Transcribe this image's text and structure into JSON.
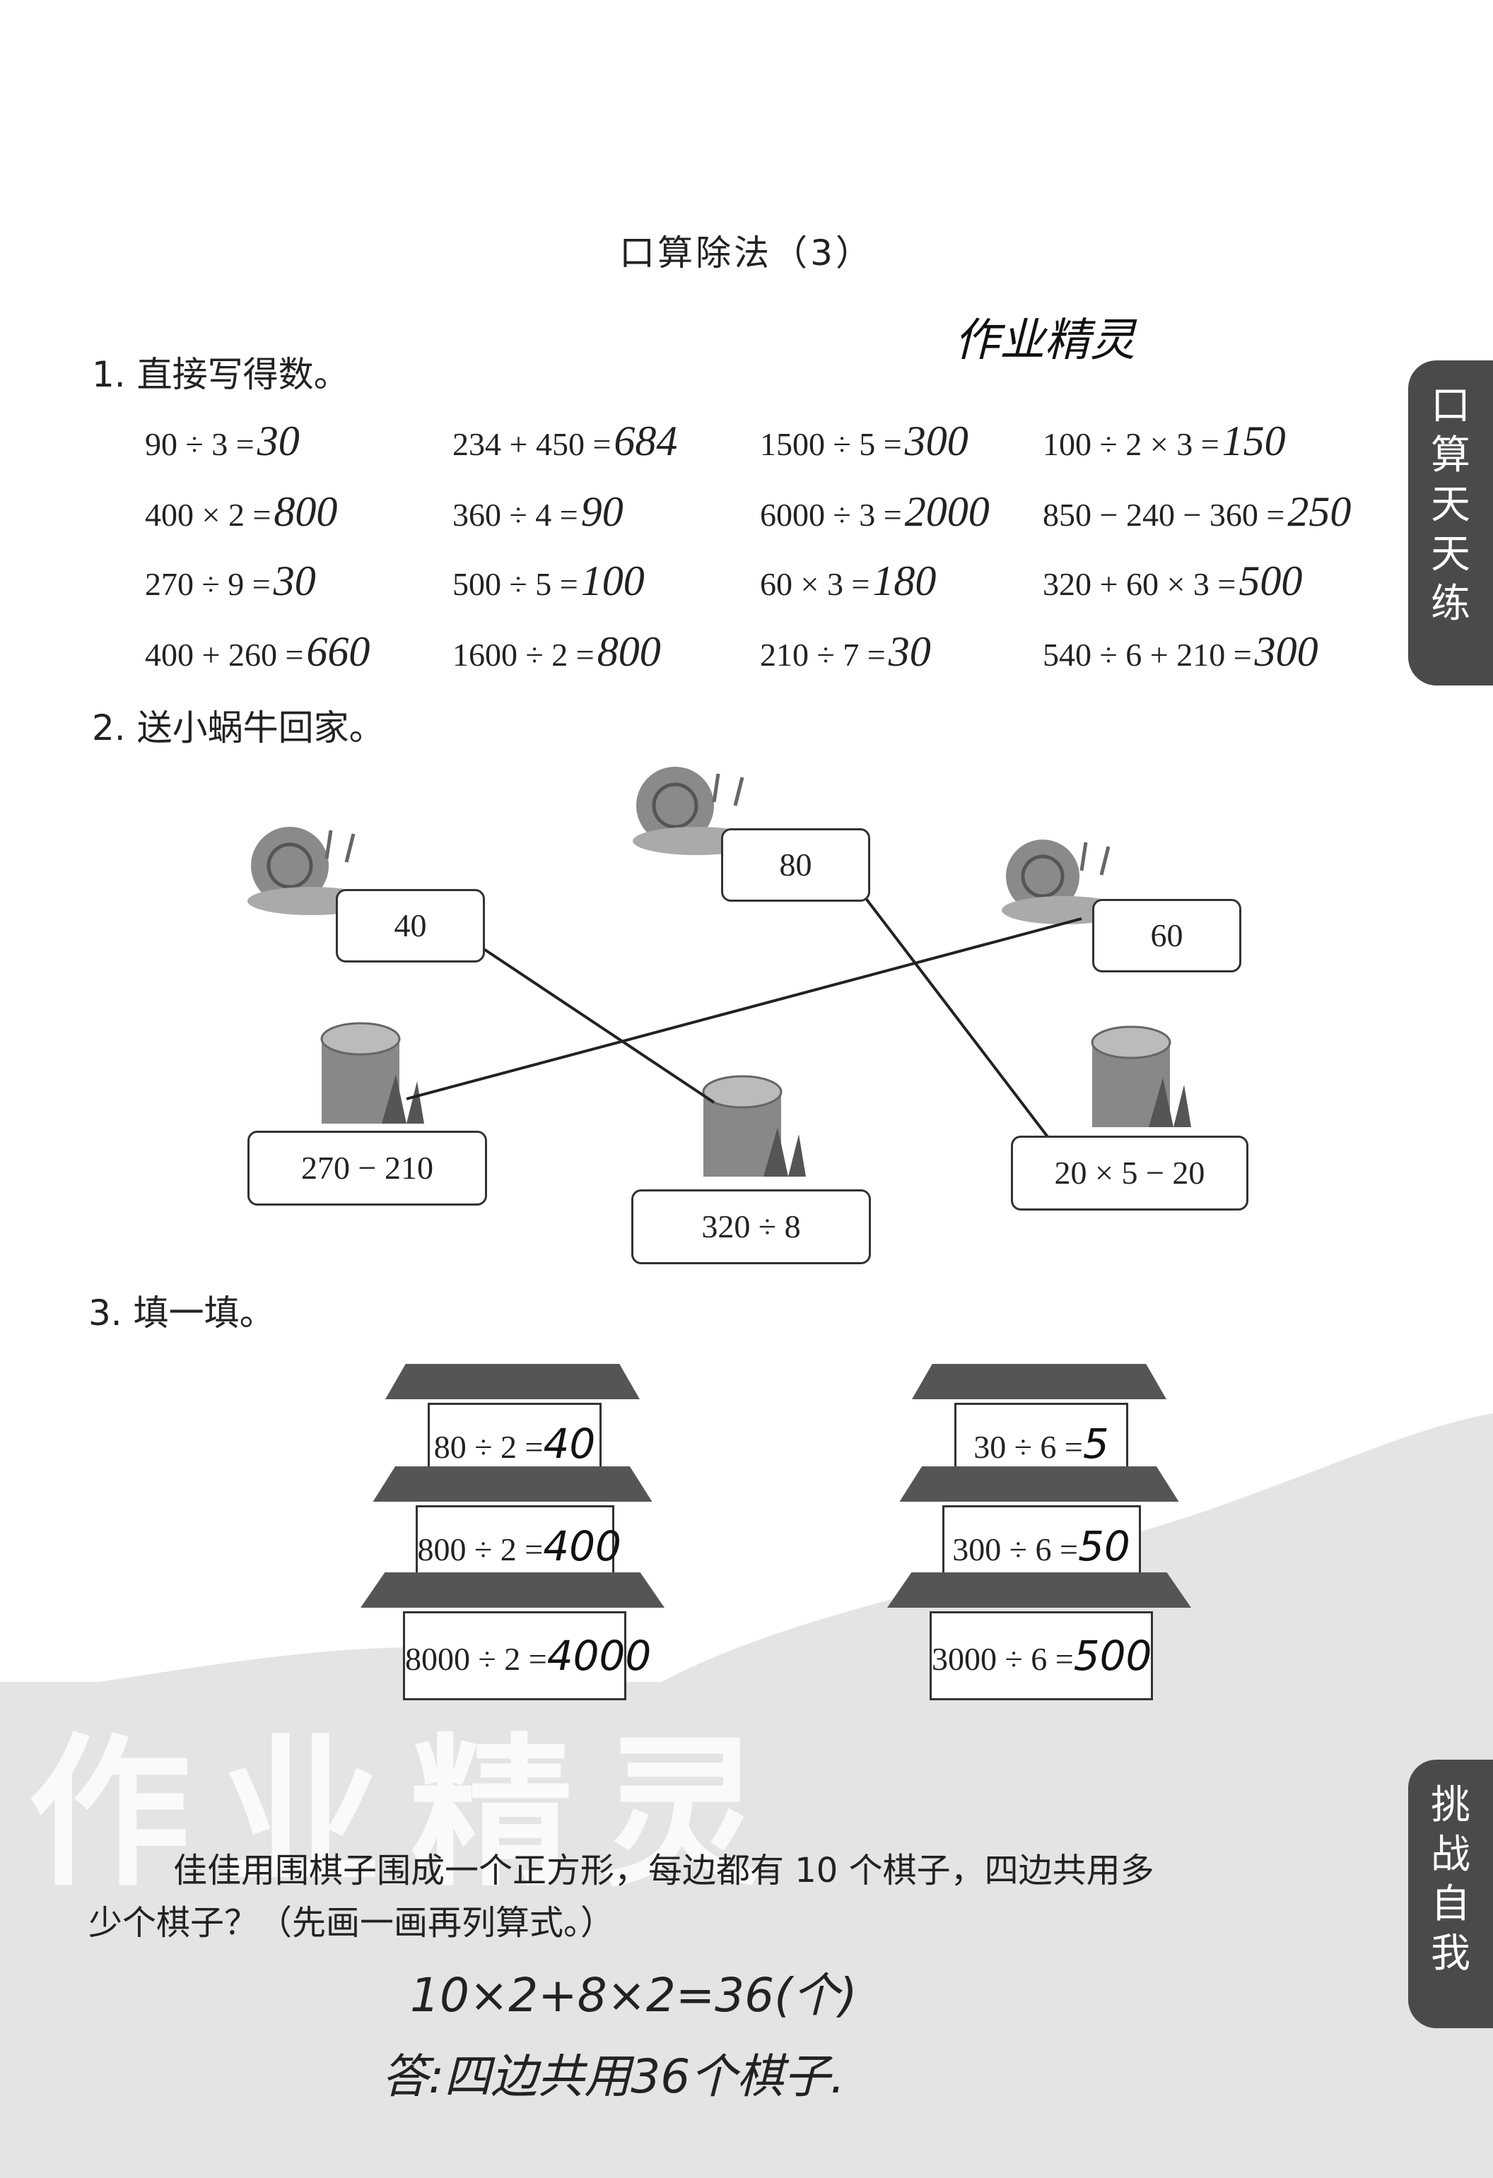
{
  "title": "口算除法（3）",
  "side_tabs": {
    "top": "口算天天练",
    "bottom": "挑战自我"
  },
  "brand_handwritten": "作业精灵",
  "watermark": "作业精灵",
  "section1": {
    "heading": "1. 直接写得数。",
    "rows": [
      [
        {
          "q": "90 ÷ 3 =",
          "a": "30"
        },
        {
          "q": "234 + 450 =",
          "a": "684"
        },
        {
          "q": "1500 ÷ 5 =",
          "a": "300"
        },
        {
          "q": "100 ÷ 2 × 3 =",
          "a": "150"
        }
      ],
      [
        {
          "q": "400 × 2 =",
          "a": "800"
        },
        {
          "q": "360 ÷ 4 =",
          "a": "90"
        },
        {
          "q": "6000 ÷ 3 =",
          "a": "2000"
        },
        {
          "q": "850 − 240 − 360 =",
          "a": "250"
        }
      ],
      [
        {
          "q": "270 ÷ 9 =",
          "a": "30"
        },
        {
          "q": "500 ÷ 5 =",
          "a": "100"
        },
        {
          "q": "60 × 3 =",
          "a": "180"
        },
        {
          "q": "320 + 60 × 3 =",
          "a": "500"
        }
      ],
      [
        {
          "q": "400 + 260 =",
          "a": "660"
        },
        {
          "q": "1600 ÷ 2 =",
          "a": "800"
        },
        {
          "q": "210 ÷ 7 =",
          "a": "30"
        },
        {
          "q": "540 ÷ 6 + 210 =",
          "a": "300"
        }
      ]
    ]
  },
  "section2": {
    "heading": "2. 送小蜗牛回家。",
    "snails": [
      "40",
      "80",
      "60"
    ],
    "houses": [
      "270 − 210",
      "320 ÷ 8",
      "20 × 5 − 20"
    ]
  },
  "section3": {
    "heading": "3. 填一填。",
    "towers": [
      [
        {
          "q": "80 ÷ 2 =",
          "a": "40"
        },
        {
          "q": "800 ÷ 2 =",
          "a": "400"
        },
        {
          "q": "8000 ÷ 2 =",
          "a": "4000"
        }
      ],
      [
        {
          "q": "30 ÷ 6 =",
          "a": "5"
        },
        {
          "q": "300 ÷ 6 =",
          "a": "50"
        },
        {
          "q": "3000 ÷ 6 =",
          "a": "500"
        }
      ]
    ]
  },
  "challenge": {
    "line1": "佳佳用围棋子围成一个正方形，每边都有 10 个棋子，四边共用多",
    "line2": "少个棋子？（先画一画再列算式。）",
    "answer_calc": "10×2+8×2=36(个)",
    "answer_text": "答:四边共用36个棋子."
  }
}
